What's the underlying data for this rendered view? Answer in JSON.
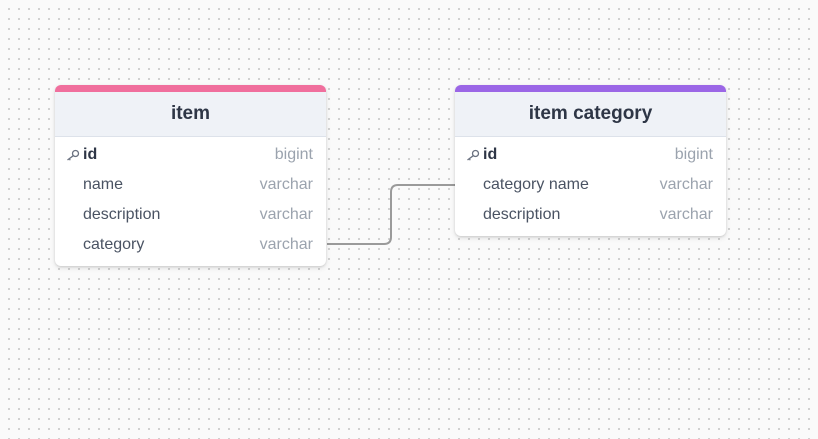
{
  "colors": {
    "canvas_background": "#fafafa",
    "canvas_dots": "#c7c7c7",
    "item_accent": "#f06f9d",
    "item_category_accent": "#9b66e6",
    "connector": "#9a9a9a"
  },
  "tables": {
    "item": {
      "title": "item",
      "fields": [
        {
          "name": "id",
          "type": "bigint",
          "icon": "key-icon"
        },
        {
          "name": "name",
          "type": "varchar"
        },
        {
          "name": "description",
          "type": "varchar"
        },
        {
          "name": "category",
          "type": "varchar"
        }
      ]
    },
    "item_category": {
      "title": "item category",
      "fields": [
        {
          "name": "id",
          "type": "bigint",
          "icon": "key-icon"
        },
        {
          "name": "category name",
          "type": "varchar"
        },
        {
          "name": "description",
          "type": "varchar"
        }
      ]
    }
  }
}
